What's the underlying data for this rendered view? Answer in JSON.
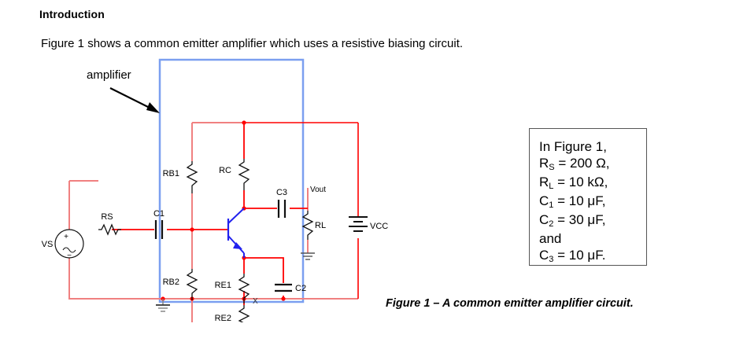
{
  "document": {
    "heading": "Introduction",
    "intro_paragraph": "Figure 1 shows a common emitter amplifier which uses a resistive biasing circuit.",
    "figure_caption": "Figure 1 – A common emitter amplifier circuit."
  },
  "parameters_box": {
    "intro_line": "In Figure 1,",
    "lines": [
      {
        "symbol": "R",
        "sub": "S",
        "value": " = 200 Ω,"
      },
      {
        "symbol": "R",
        "sub": "L",
        "value": " = 10 kΩ,"
      },
      {
        "symbol": "C",
        "sub": "1",
        "value": " = 10 μF,"
      },
      {
        "symbol": "C",
        "sub": "2",
        "value": " = 30 μF,"
      }
    ],
    "and_line": "and",
    "last_line": {
      "symbol": "C",
      "sub": "3",
      "value": " = 10 μF."
    }
  },
  "circuit": {
    "annotation_label": "amplifier",
    "labels": {
      "vs": "VS",
      "rs": "RS",
      "c1": "C1",
      "rb1": "RB1",
      "rb2": "RB2",
      "rc": "RC",
      "re1": "RE1",
      "re2": "RE2",
      "c2": "C2",
      "c3": "C3",
      "vout": "Vout",
      "rl": "RL",
      "vcc": "VCC",
      "node_x": "X",
      "source_plus": "+",
      "source_minus": "−"
    },
    "colors": {
      "wire_light": "#f08080",
      "wire_active": "#ff0000",
      "transistor": "#2222ee",
      "amplifier_box": "#7b9ff0",
      "component_body": "#000000",
      "ground": "#888888"
    }
  }
}
